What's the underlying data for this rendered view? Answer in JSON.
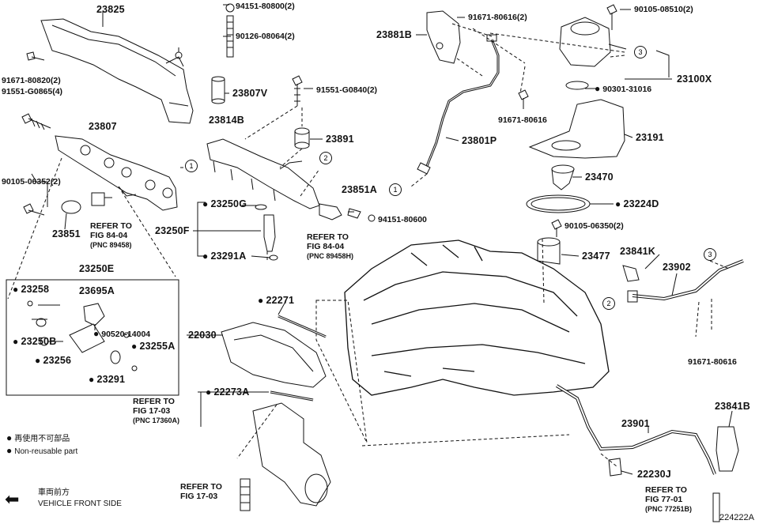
{
  "labels": {
    "p23825": "23825",
    "p94151_80800": "94151-80800(2)",
    "p90126_08064": "90126-08064(2)",
    "p91671_80820": "91671-80820(2)",
    "p91551_G0865": "91551-G0865(4)",
    "p23807V": "23807V",
    "p91551_G0840": "91551-G0840(2)",
    "p23814B": "23814B",
    "p23807": "23807",
    "p23891": "23891",
    "p90105_06352": "90105-06352(2)",
    "p23851": "23851",
    "p23250G": "23250G",
    "p23250F": "23250F",
    "p23291A": "23291A",
    "p23851A": "23851A",
    "p94151_80600": "94151-80600",
    "p23881B": "23881B",
    "p91671_80616_2": "91671-80616(2)",
    "p90105_08510": "90105-08510(2)",
    "p23100X": "23100X",
    "p90301_31016": "90301-31016",
    "p91671_80616_a": "91671-80616",
    "p23801P": "23801P",
    "p23191": "23191",
    "p23470": "23470",
    "p23224D": "23224D",
    "p90105_06350": "90105-06350(2)",
    "p23477": "23477",
    "p23841K": "23841K",
    "p23902": "23902",
    "p91671_80616_b": "91671-80616",
    "p23250E": "23250E",
    "p23258": "23258",
    "p23695A": "23695A",
    "p90520_14004": "90520-14004",
    "p23250B": "23250B",
    "p23255A": "23255A",
    "p23256": "23256",
    "p23291": "23291",
    "p22271": "22271",
    "p22030": "22030",
    "p22273A": "22273A",
    "p23901": "23901",
    "p23841B": "23841B",
    "p22230J": "22230J"
  },
  "refs": {
    "r1": {
      "line1": "REFER TO",
      "line2": "FIG 84-04",
      "line3": "(PNC 89458)"
    },
    "r2": {
      "line1": "REFER TO",
      "line2": "FIG 84-04",
      "line3": "(PNC 89458H)"
    },
    "r3": {
      "line1": "REFER TO",
      "line2": "FIG 17-03",
      "line3": "(PNC 17360A)"
    },
    "r4": {
      "line1": "REFER TO",
      "line2": "FIG 17-03"
    },
    "r5": {
      "line1": "REFER TO",
      "line2": "FIG 77-01",
      "line3": "(PNC 77251B)"
    }
  },
  "circles": {
    "c1": "1",
    "c2": "2",
    "c3": "3"
  },
  "legend": {
    "jp": "再使用不可部品",
    "en": "Non-reusable part",
    "front_jp": "車両前方",
    "front_en": "VEHICLE FRONT SIDE"
  },
  "diagram_code": "224222A"
}
